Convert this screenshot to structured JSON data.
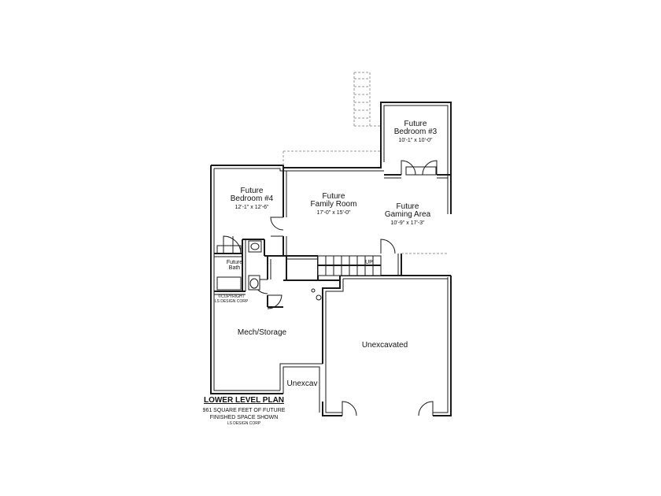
{
  "rooms": {
    "bedroom3": {
      "line1": "Future",
      "line2": "Bedroom #3",
      "dim": "10'-1\" x 10'-0\""
    },
    "bedroom4": {
      "line1": "Future",
      "line2": "Bedroom #4",
      "dim": "12'-1\" x 12'-6\""
    },
    "family": {
      "line1": "Future",
      "line2": "Family Room",
      "dim": "17'-0\" x 15'-0\""
    },
    "gaming": {
      "line1": "Future",
      "line2": "Gaming Area",
      "dim": "10'-9\" x 17'-3\""
    },
    "bath": {
      "line1": "Future",
      "line2": "Bath"
    },
    "mech": {
      "label": "Mech/Storage"
    },
    "unexcavated": {
      "label": "Unexcavated"
    },
    "unexcav": {
      "label": "Unexcav"
    },
    "stair": {
      "label": "UP"
    }
  },
  "copyright": {
    "line1": "©COPYRIGHT",
    "line2": "LS DESIGN CORP"
  },
  "title_block": {
    "title": "LOWER LEVEL PLAN",
    "line1": "961 SQUARE FEET OF FUTURE",
    "line2": "FINISHED SPACE SHOWN",
    "line3": "LS DESIGN CORP"
  }
}
